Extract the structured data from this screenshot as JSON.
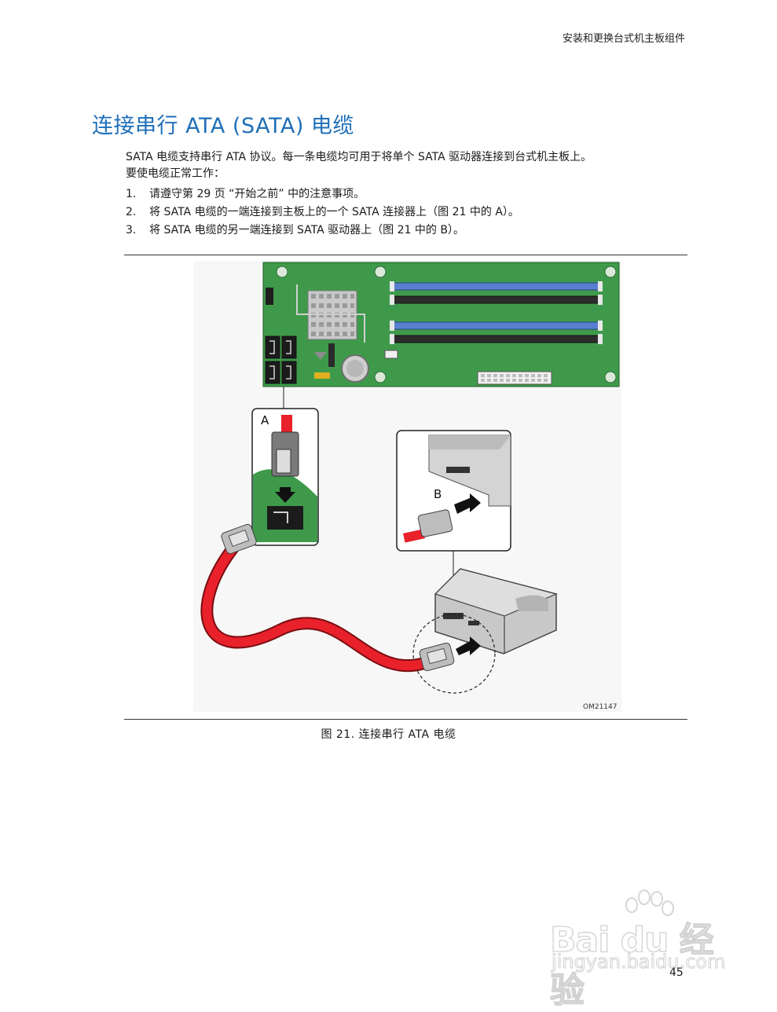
{
  "header": {
    "running_title": "安装和更换台式机主板组件"
  },
  "section": {
    "title": "连接串行 ATA (SATA) 电缆"
  },
  "intro": {
    "line1": "SATA 电缆支持串行 ATA 协议。每一条电缆均可用于将单个 SATA 驱动器连接到台式机主板上。",
    "line2": "要使电缆正常工作："
  },
  "steps": [
    {
      "num": "1.",
      "text": "请遵守第 29 页 “开始之前” 中的注意事项。"
    },
    {
      "num": "2.",
      "text": "将 SATA 电缆的一端连接到主板上的一个 SATA 连接器上（图 21 中的 A）。"
    },
    {
      "num": "3.",
      "text": "将 SATA 电缆的另一端连接到 SATA 驱动器上（图 21 中的 B）。"
    }
  ],
  "figure": {
    "callout_a": "A",
    "callout_b": "B",
    "part_number": "OM21147",
    "caption": "图 21. 连接串行 ATA 电缆"
  },
  "page_number": "45",
  "watermark": {
    "main": "Bai du 经验",
    "sub": "jingyan.baidu.com"
  },
  "colors": {
    "title_blue": "#1e6fb8",
    "board_green": "#3e9a4a",
    "cable_red": "#e8212b",
    "dimm_blue": "#5a7fd0"
  }
}
